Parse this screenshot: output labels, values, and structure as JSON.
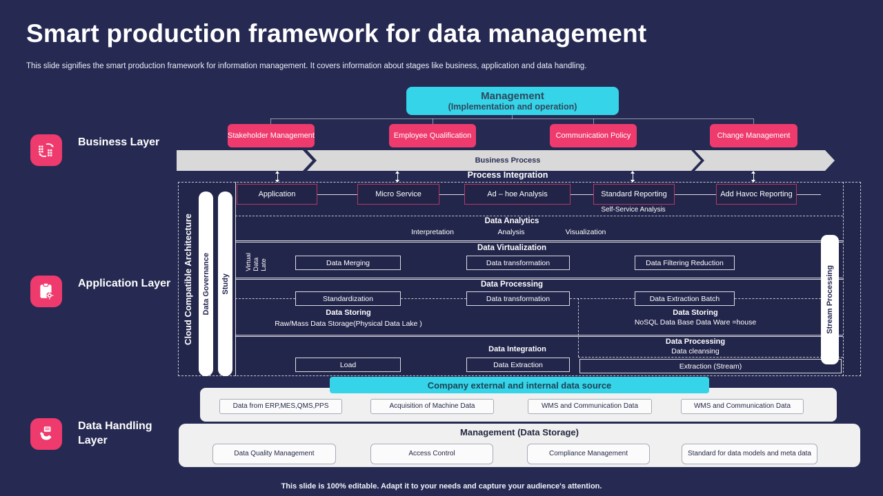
{
  "slide": {
    "title": "Smart production framework for data management",
    "subtitle": "This slide signifies the smart production framework for information management. It covers information about stages like business, application and data handling.",
    "footer": "This slide is 100% editable. Adapt it to your needs and capture your audience's attention."
  },
  "colors": {
    "pink": "#ef3a6d",
    "cyan": "#35d4e9",
    "navy": "#262a52",
    "panel_gray": "#f0f0f0"
  },
  "layers": {
    "business": "Business Layer",
    "application": "Application Layer",
    "data_handling": "Data Handling Layer"
  },
  "management": {
    "title": "Management",
    "subtitle": "(Implementation and operation)"
  },
  "business_row": {
    "boxes": [
      "Stakeholder Management",
      "Employee Qualification",
      "Communication Policy",
      "Change Management"
    ],
    "band_label": "Business Process",
    "integration_label": "Process Integration"
  },
  "architecture": {
    "left_label": "Cloud Compatible Architecture",
    "pill_governance": "Data Governance",
    "pill_study": "Study",
    "pill_stream": "Stream Processing",
    "top_boxes": [
      "Application",
      "Micro Service",
      "Ad – hoe Analysis",
      "Standard Reporting",
      "Add Havoc Reporting"
    ],
    "self_service": "Self-Service Analysis",
    "analytics_title": "Data Analytics",
    "analytics_items": [
      "Interpretation",
      "Analysis",
      "Visualization"
    ],
    "virtualization_title": "Data Virtualization",
    "virtual_side": [
      "Virtual",
      "Data",
      "Late"
    ],
    "virtualization_boxes": [
      "Data Merging",
      "Data transformation",
      "Data Filtering Reduction"
    ],
    "processing_title": "Data Processing",
    "processing_boxes": [
      "Standardization",
      "Data transformation",
      "Data Extraction Batch"
    ],
    "storing_left_title": "Data Storing",
    "storing_left_text": "Raw/Mass Data Storage(Physical Data Lake )",
    "storing_right_title": "Data Storing",
    "storing_right_text": "NoSQL Data Base Data Ware =house",
    "processing_right_title": "Data Processing",
    "processing_right_text": "Data cleansing",
    "extraction_stream": "Extraction (Stream)",
    "integration_title": "Data Integration",
    "integration_boxes": [
      "Load",
      "Data Extraction"
    ]
  },
  "source_bar": "Company external and internal data source",
  "source_boxes": [
    "Data from ERP,MES,QMS,PPS",
    "Acquisition of Machine Data",
    "WMS and Communication Data",
    "WMS and Communication Data"
  ],
  "storage": {
    "title": "Management (Data Storage)",
    "boxes": [
      "Data Quality Management",
      "Access Control",
      "Compliance Management",
      "Standard for data models and meta data"
    ]
  }
}
